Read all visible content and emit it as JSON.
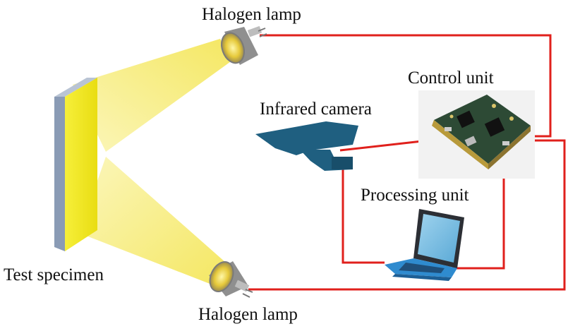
{
  "labels": {
    "lamp_top": "Halogen lamp",
    "lamp_bottom": "Halogen lamp",
    "control_unit": "Control unit",
    "infrared_camera": "Infrared camera",
    "processing_unit": "Processing unit",
    "test_specimen": "Test specimen"
  },
  "colors": {
    "wire": "#e0201c",
    "light_beam": "#f7ee8a",
    "specimen_face": "#f2ea1a",
    "specimen_edge": "#8a9bb5",
    "camera": "#1f5f80",
    "laptop_body": "#2f8bcf",
    "circuit_board": "#2d4a35"
  },
  "icons": [
    "halogen-lamp-icon",
    "infrared-camera-icon",
    "circuit-board-icon",
    "laptop-icon",
    "test-specimen-panel"
  ]
}
